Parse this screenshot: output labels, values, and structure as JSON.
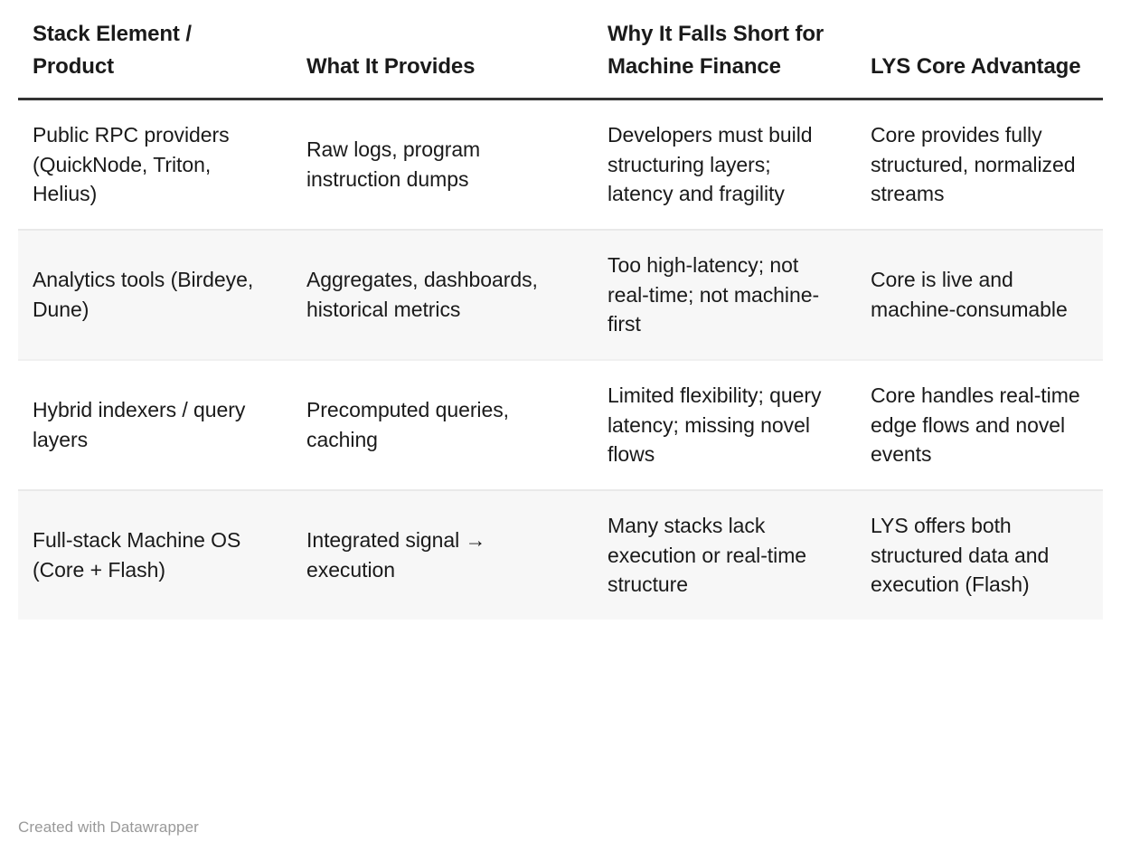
{
  "table": {
    "columns": [
      {
        "label": "Stack Element / Product"
      },
      {
        "label": "What It Provides"
      },
      {
        "label": "Why It Falls Short for Machine Finance"
      },
      {
        "label": "LYS Core Advantage"
      }
    ],
    "rows": [
      {
        "shaded": false,
        "cells": [
          "Public RPC providers (QuickNode, Triton, Helius)",
          "Raw logs, program instruction dumps",
          "Developers must build structuring layers; latency and fragility",
          "Core provides fully structured, normalized streams"
        ]
      },
      {
        "shaded": true,
        "cells": [
          "Analytics tools (Birdeye, Dune)",
          "Aggregates, dashboards, historical metrics",
          "Too high-latency; not real-time; not machine-first",
          "Core is live and machine-consumable"
        ]
      },
      {
        "shaded": false,
        "cells": [
          "Hybrid indexers / query layers",
          "Precomputed queries, caching",
          "Limited flexibility; query latency; missing novel flows",
          "Core handles real-time edge flows and novel events"
        ]
      },
      {
        "shaded": true,
        "cells": [
          "Full-stack Machine OS (Core + Flash)",
          "Integrated signal → execution",
          "Many stacks lack execution or real-time structure",
          "LYS offers both structured data and execution (Flash)"
        ]
      }
    ]
  },
  "footer": {
    "credit": "Created with Datawrapper"
  },
  "colors": {
    "text": "#1a1a1a",
    "header_rule": "#333333",
    "row_shade": "#f7f7f7",
    "row_divider": "#e9e9e9",
    "footer_text": "#999999",
    "background": "#ffffff"
  }
}
